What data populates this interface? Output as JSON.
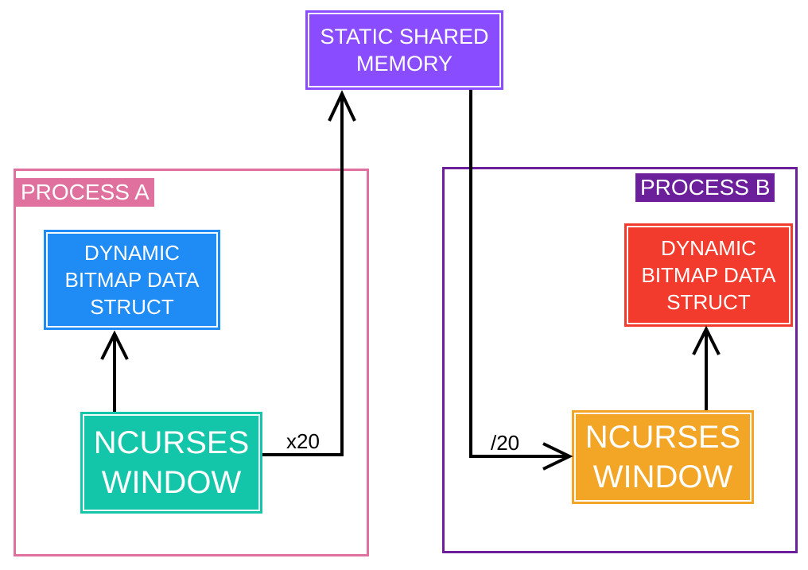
{
  "colors": {
    "process_a": "#e0719f",
    "process_b": "#6b1f9b",
    "shared_memory": "#8a4cff",
    "bitmap_a": "#1f8bf5",
    "bitmap_b": "#f23a2d",
    "ncurses_a": "#13c6a9",
    "ncurses_b": "#f3a526",
    "arrow": "#000000"
  },
  "shared_memory": {
    "label": "STATIC SHARED\nMEMORY"
  },
  "process_a": {
    "title": "PROCESS A",
    "bitmap": {
      "label": "DYNAMIC\nBITMAP DATA\nSTRUCT"
    },
    "window": {
      "label": "NCURSES\nWINDOW"
    }
  },
  "process_b": {
    "title": "PROCESS B",
    "bitmap": {
      "label": "DYNAMIC\nBITMAP DATA\nSTRUCT"
    },
    "window": {
      "label": "NCURSES\nWINDOW"
    }
  },
  "edges": {
    "a_to_shared": "x20",
    "shared_to_b": "/20"
  }
}
